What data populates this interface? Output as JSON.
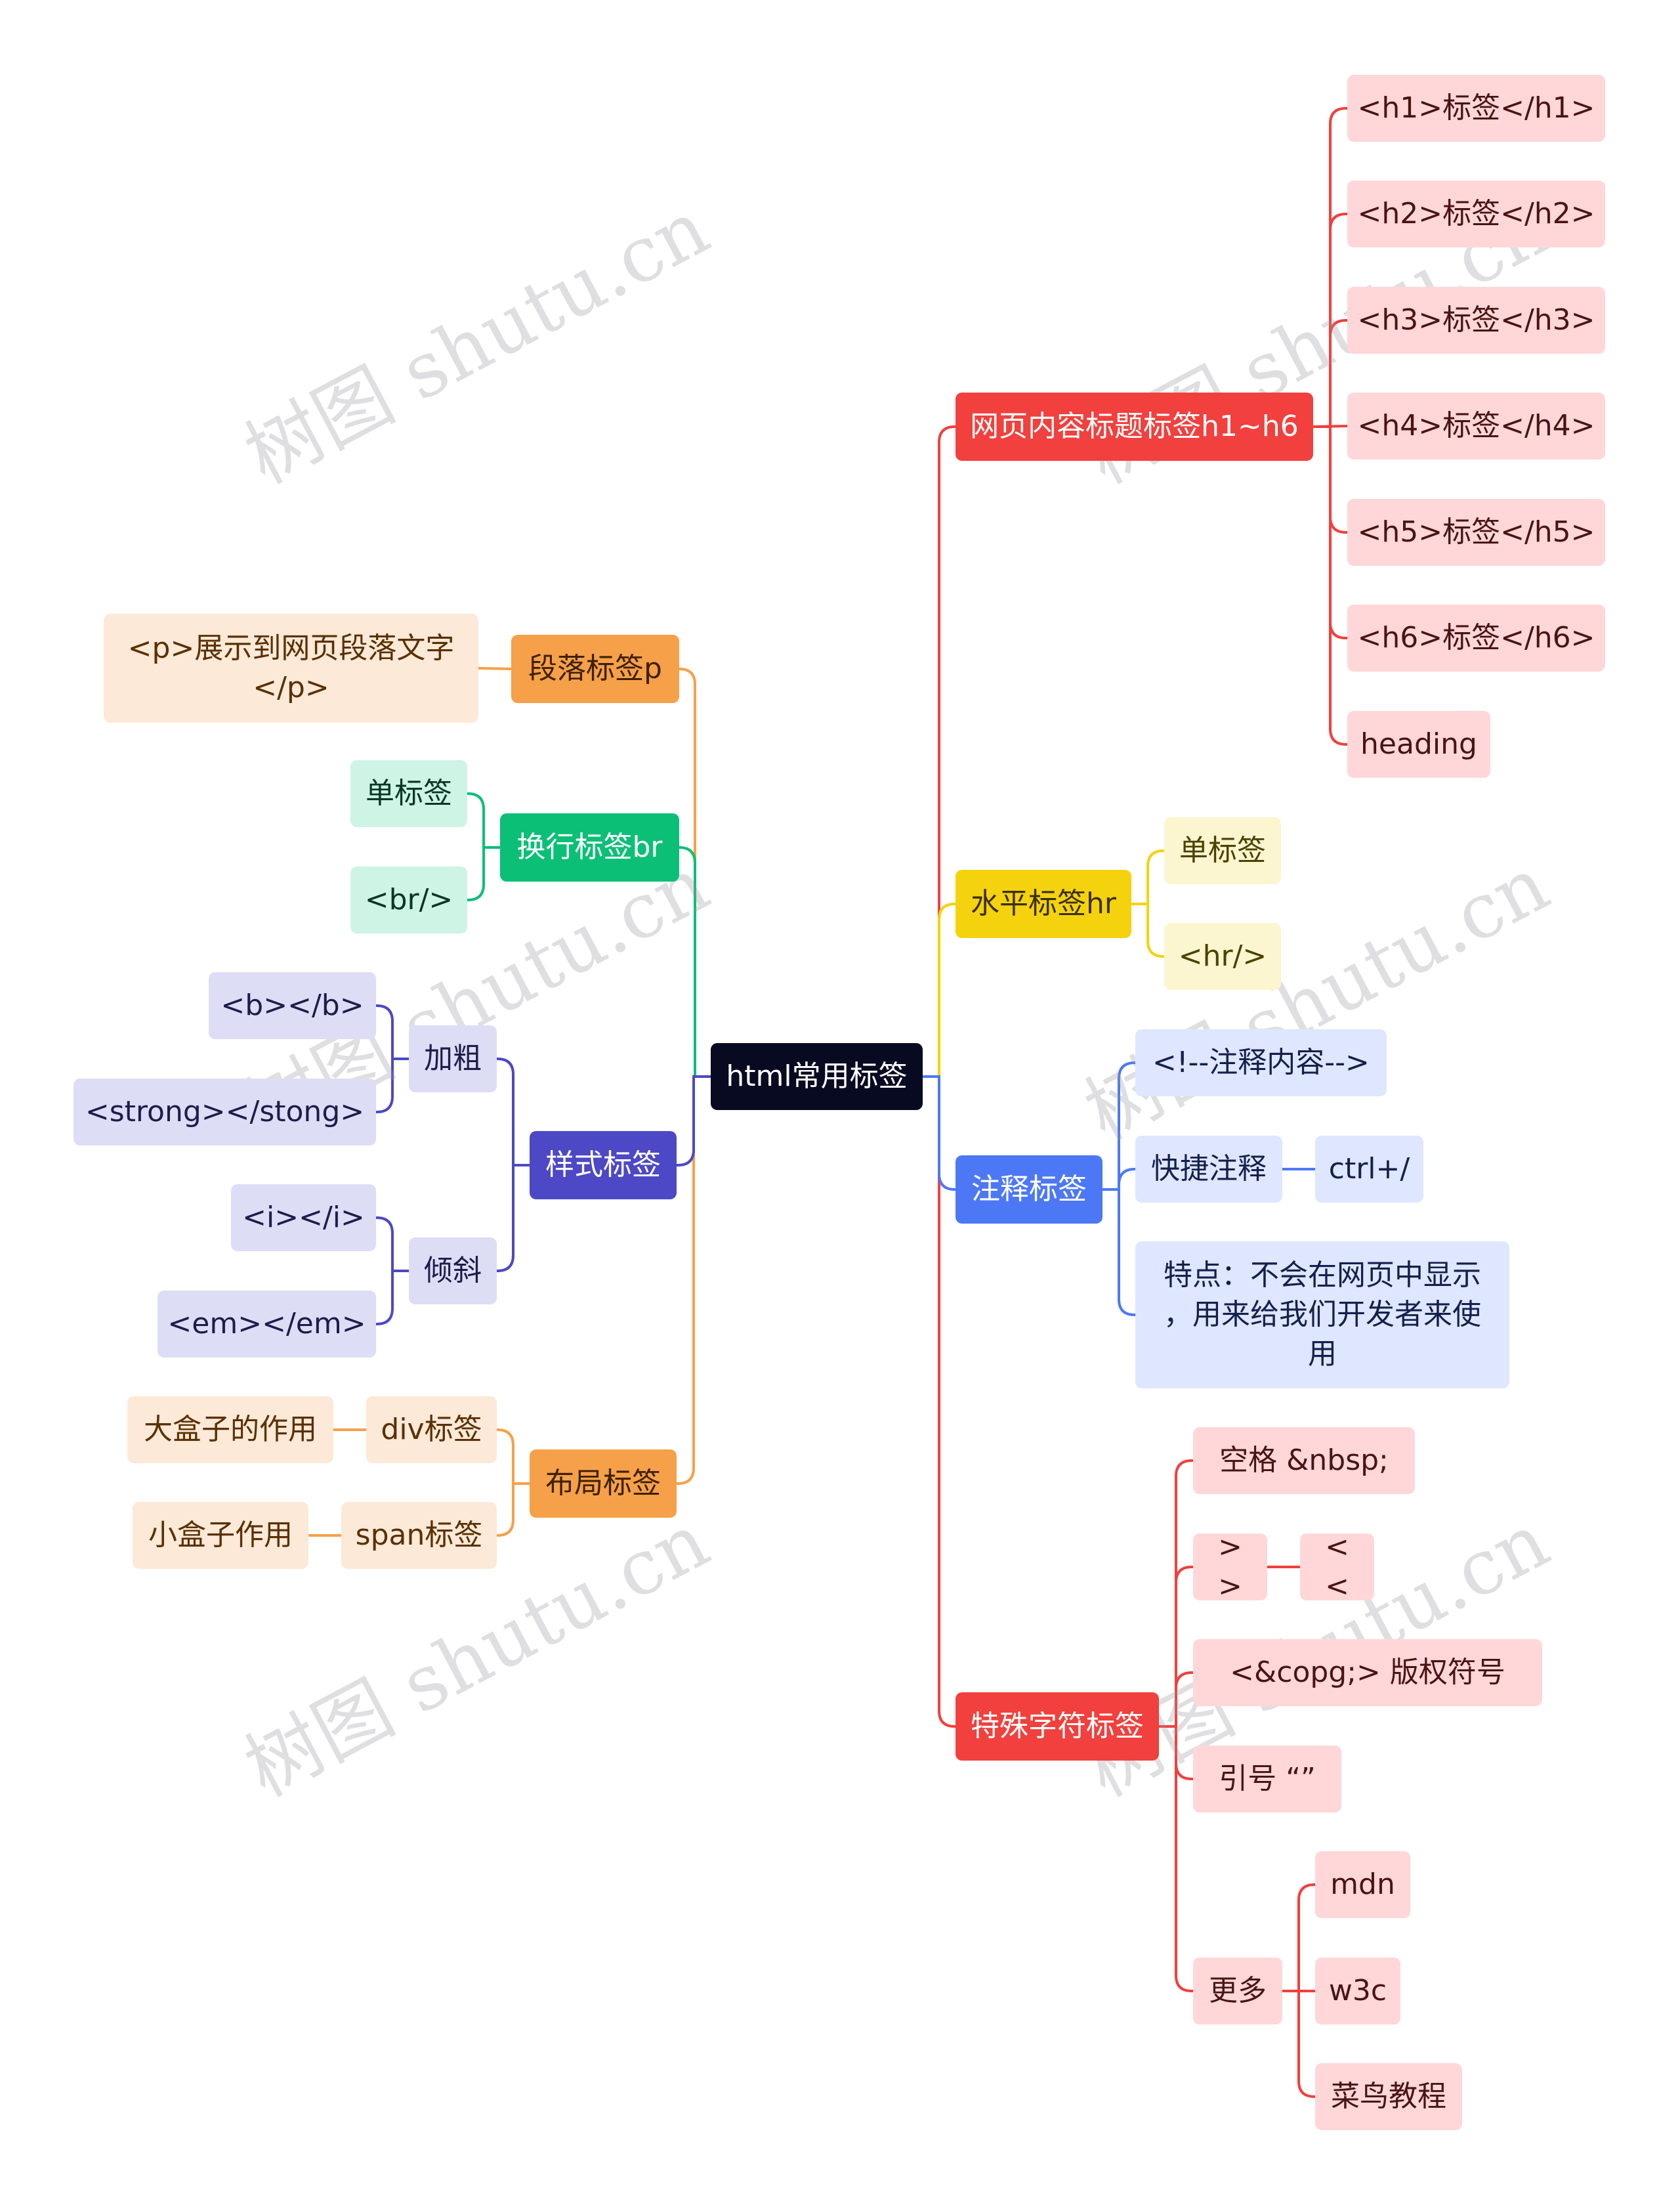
{
  "colors": {
    "red": "#f1403d",
    "yellow": "#f5d20e",
    "blue": "#4d78f5",
    "orange": "#f6a049",
    "green": "#0bbf77",
    "purple": "#4d48c5",
    "root": "#080a22"
  },
  "watermark": "树图 shutu.cn",
  "root": "html常用标签",
  "headings": {
    "label": "网页内容标题标签h1~h6",
    "items": [
      "<h1>标签</h1>",
      "<h2>标签</h2>",
      "<h3>标签</h3>",
      "<h4>标签</h4>",
      "<h5>标签</h5>",
      "<h6>标签</h6>",
      "heading"
    ]
  },
  "hr": {
    "label": "水平标签hr",
    "items": [
      "单标签",
      "<hr/>"
    ]
  },
  "comment": {
    "label": "注释标签",
    "syntax": "<!--注释内容-->",
    "shortcut": "快捷注释",
    "shortcut_key": "ctrl+/",
    "feature": "特点：不会在网页中显示\n，用来给我们开发者来使\n用"
  },
  "special": {
    "label": "特殊字符标签",
    "space": "空格 &nbsp;",
    "gt": "> >",
    "lt": "< <",
    "copy": "<&copg;>      版权符号",
    "quote": "引号 “”",
    "more": "更多",
    "more_items": [
      "mdn",
      "w3c",
      "菜鸟教程"
    ]
  },
  "paragraph": {
    "label": "段落标签p",
    "desc": "<p>展示到网页段落文字\n</p>"
  },
  "br": {
    "label": "换行标签br",
    "items": [
      "单标签",
      "<br/>"
    ]
  },
  "style": {
    "label": "样式标签",
    "bold": "加粗",
    "bold_items": [
      "<b></b>",
      "<strong></stong>"
    ],
    "italic": "倾斜",
    "italic_items": [
      "<i></i>",
      "<em></em>"
    ]
  },
  "layout": {
    "label": "布局标签",
    "div": "div标签",
    "div_desc": "大盒子的作用",
    "span": "span标签",
    "span_desc": "小盒子作用"
  }
}
